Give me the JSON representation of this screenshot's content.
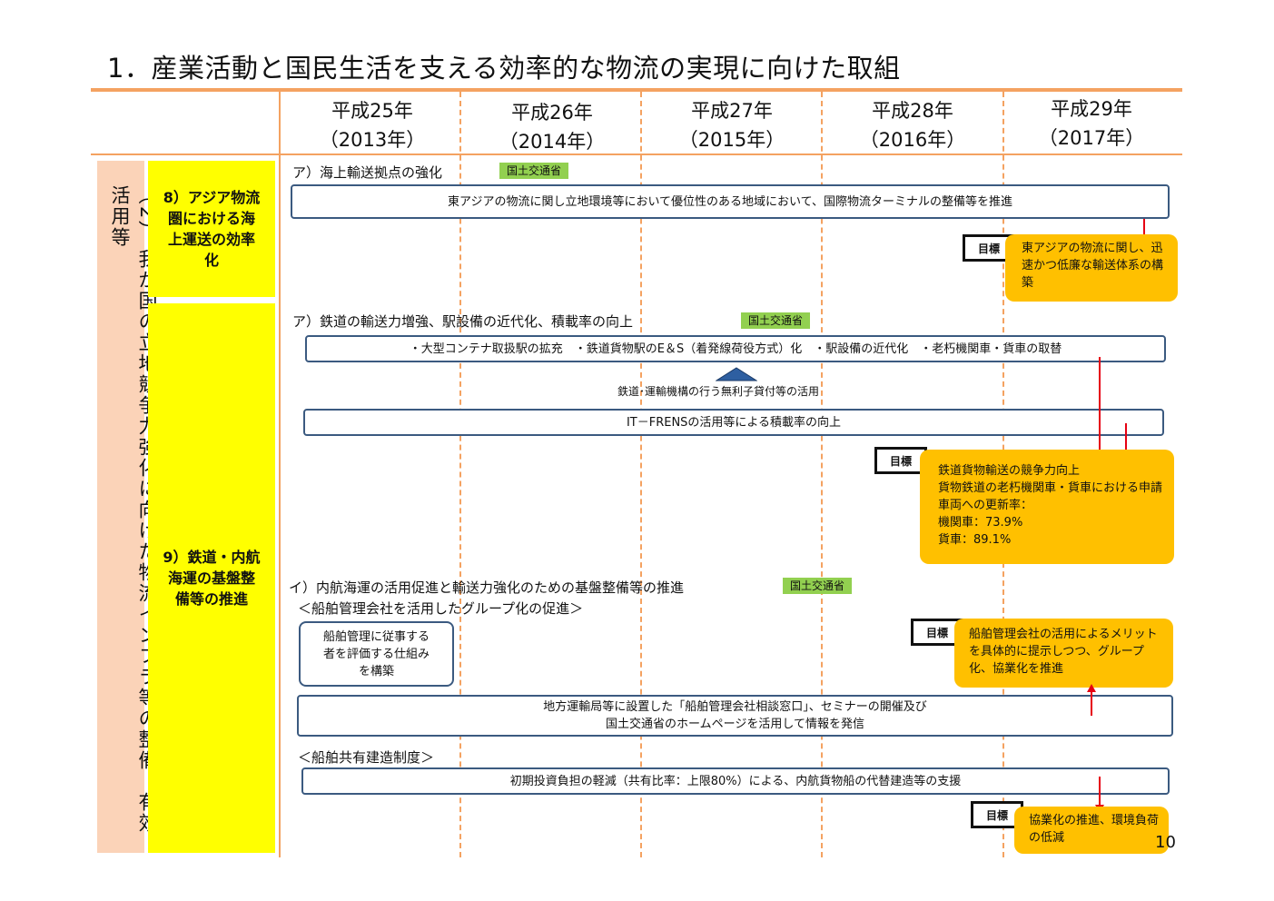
{
  "title": "1．産業活動と国民生活を支える効率的な物流の実現に向けた取組",
  "years": [
    {
      "line1": "平成25年",
      "line2": "（2013年）"
    },
    {
      "line1": "平成26年",
      "line2": "（2014年）"
    },
    {
      "line1": "平成27年",
      "line2": "（2015年）"
    },
    {
      "line1": "平成28年",
      "line2": "（2016年）"
    },
    {
      "line1": "平成29年",
      "line2": "（2017年）"
    }
  ],
  "category": "（2） 我が国の立地競争力強化に向けた物流インフラ等の整備、有効活用等",
  "subcats": {
    "c8": "8）アジア物流圏における海上運送の効率化",
    "c9": "9）鉄道・内航海運の基盤整備等の推進"
  },
  "ministry_badge": "国土交通省",
  "s1": {
    "heading": "ア）海上輸送拠点の強化",
    "bar": "東アジアの物流に関し立地環境等において優位性のある地域において、国際物流ターミナルの整備等を推進",
    "target_label": "目標",
    "target_text": "東アジアの物流に関し、迅速かつ低廉な輸送体系の構築"
  },
  "s2": {
    "heading": "ア）鉄道の輸送力増強、駅設備の近代化、積載率の向上",
    "bar1": "・大型コンテナ取扱駅の拡充　・鉄道貨物駅のE＆S（着発線荷役方式）化　・駅設備の近代化　・老朽機関車・貨車の取替",
    "support_note": "鉄道･運輸機構の行う無利子貸付等の活用",
    "bar2": "IT－FRENSの活用等による積載率の向上",
    "target_label": "目標",
    "target_line1": "鉄道貨物輸送の競争力向上",
    "target_line2": "貨物鉄道の老朽機関車・貨車における申請車両への更新率：",
    "target_line3": "機関車：73.9%",
    "target_line4": "貨車：89.1%"
  },
  "s3": {
    "heading": "イ）内航海運の活用促進と輸送力強化のための基盤整備等の推進",
    "sub1": "＜船舶管理会社を活用したグループ化の促進＞",
    "small_box": "船舶管理に従事する者を評価する仕組みを構築",
    "target1_label": "目標",
    "target1_text": "船舶管理会社の活用によるメリットを具体的に提示しつつ、グループ化、協業化を推進",
    "bar_line1": "地方運輸局等に設置した「船舶管理会社相談窓口」、セミナーの開催及び",
    "bar_line2": "国土交通省のホームページを活用して情報を発信",
    "sub2": "＜船舶共有建造制度＞",
    "bar2": "初期投資負担の軽減（共有比率：上限80%）による、内航貨物船の代替建造等の支援",
    "target2_label": "目標",
    "target2_text": "協業化の推進、環境負荷の低減"
  },
  "page_number": "10"
}
